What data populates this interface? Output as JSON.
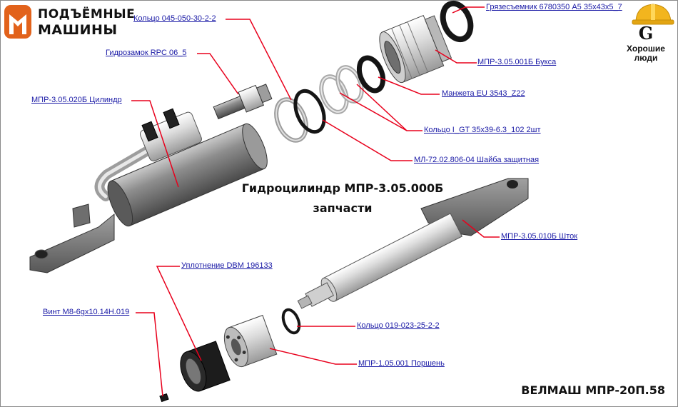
{
  "logo": {
    "line1": "ПОДЪЁМНЫЕ",
    "line2": "МАШИНЫ"
  },
  "title": {
    "line1": "Гидроцилиндр МПР-3.05.000Б",
    "line2": "запчасти"
  },
  "model": "ВЕЛМАШ МПР-20П.58",
  "brand": {
    "letter": "G",
    "line1": "Хорошие",
    "line2": "люди"
  },
  "parts": {
    "ring_045": "Кольцо 045-050-30-2-2",
    "lock_valve": "Гидрозамок RPC 06_5",
    "cylinder": "МПР-3.05.020Б Цилиндр",
    "wiper": "Грязесъемник 6780350 A5 35х43х5_7",
    "bushing": "МПР-3.05.001Б Букса",
    "cuff": "Манжета EU 3543_Z22",
    "ring_gt": "Кольцо I_GT 35х39-6.3_102 2шт",
    "washer": "МЛ-72.02.806-04 Шайба защитная",
    "rod": "МПР-3.05.010Б Шток",
    "seal_dbm": "Уплотнение DBM 196133",
    "screw": "Винт М8-6gх10.14Н.019",
    "ring_019": "Кольцо 019-023-25-2-2",
    "piston": "МПР-1.05.001 Поршень"
  },
  "colors": {
    "leader": "#e8001c",
    "link": "#1a1aa6",
    "logo_orange": "#e2621b",
    "helmet": "#f2b51e"
  }
}
